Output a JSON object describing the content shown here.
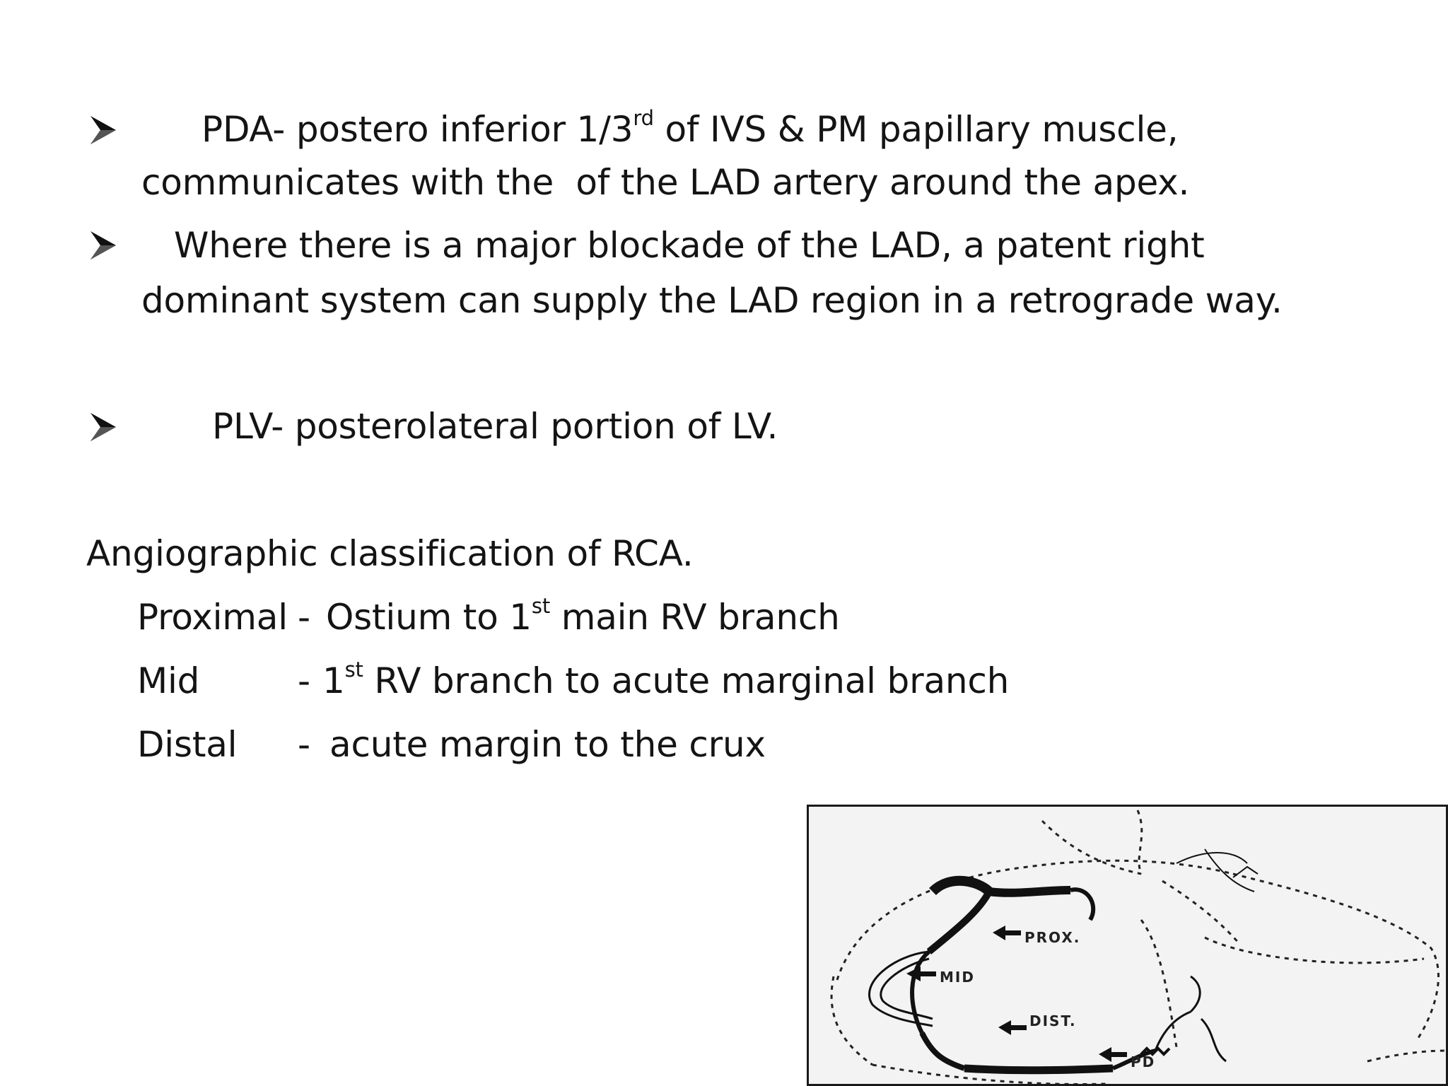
{
  "bullets": [
    {
      "icon": "arrowhead-bullet-icon",
      "line1": {
        "pre": "PDA- postero inferior 1/3",
        "sup": "rd",
        "post": " of IVS & PM papillary muscle,"
      },
      "line2": "communicates with the  of the LAD artery around the apex."
    },
    {
      "icon": "arrowhead-bullet-icon",
      "line1": "Where there is a major blockade of the LAD, a patent right",
      "line2": "dominant system can supply the LAD region in a retrograde way."
    },
    {
      "icon": "arrowhead-bullet-icon",
      "line1": "PLV- posterolateral portion of LV."
    }
  ],
  "classification": {
    "heading": "Angiographic classification of RCA.",
    "rows": [
      {
        "name": "Proximal",
        "sep": "-",
        "desc_pre": "Ostium to 1",
        "desc_sup": "st",
        "desc_post": " main RV branch"
      },
      {
        "name": "Mid",
        "sep": "-",
        "desc_pre": "1",
        "desc_sup": "st",
        "desc_post": " RV branch to acute marginal branch"
      },
      {
        "name": "Distal",
        "sep": "-",
        "desc_pre": "acute margin to the crux",
        "desc_sup": "",
        "desc_post": ""
      }
    ]
  },
  "figure": {
    "labels": {
      "prox": "PROX.",
      "mid": "MID",
      "dist": "DIST.",
      "pd": "PD"
    }
  }
}
